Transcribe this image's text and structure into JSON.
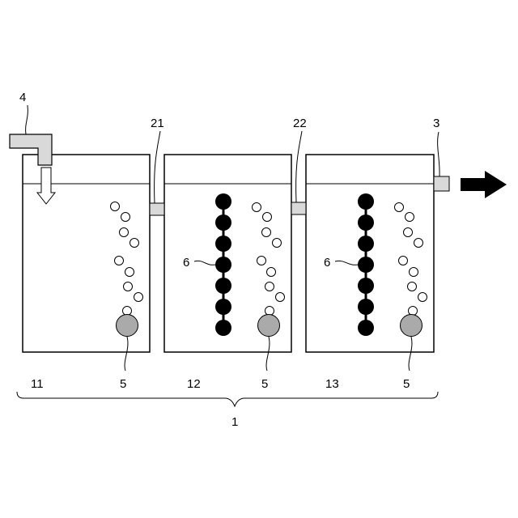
{
  "labels": {
    "inlet": "4",
    "outlet": "3",
    "connector_1": "21",
    "connector_2": "22",
    "tank_1": "11",
    "tank_2": "12",
    "tank_3": "13",
    "diffuser_1": "5",
    "diffuser_2": "5",
    "diffuser_3": "5",
    "carrier_2": "6",
    "carrier_3": "6",
    "apparatus": "1"
  },
  "colors": {
    "line": "#000000",
    "diffuser_fill": "#aaaaaa",
    "pipe_fill": "#d9d9d9",
    "carrier_fill": "#000000",
    "bubble_fill": "#ffffff"
  }
}
